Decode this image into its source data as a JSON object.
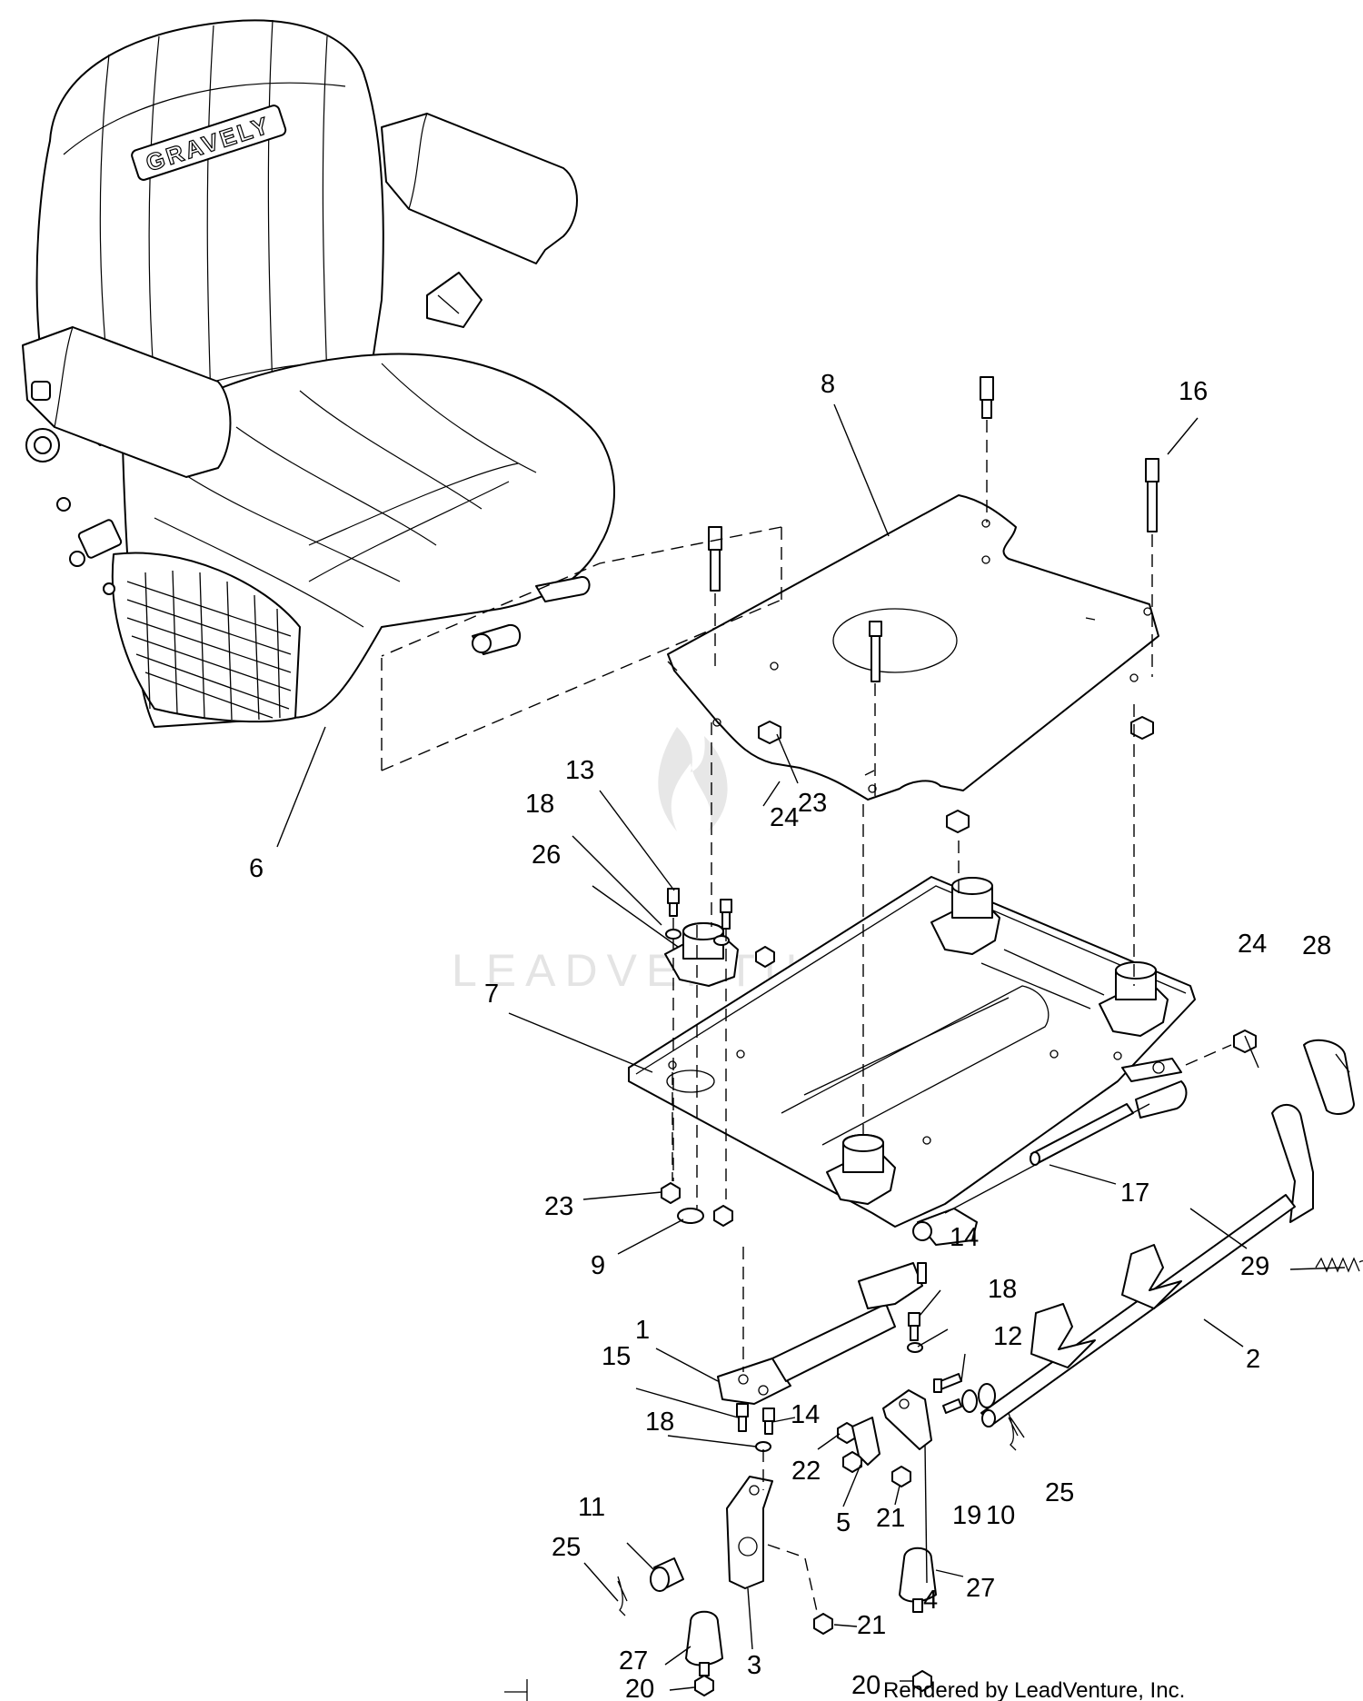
{
  "brand_text": "GRAVELY",
  "watermark_text": "LEADVENTURE",
  "credit_text": "Rendered by LeadVenture, Inc.",
  "callouts": [
    "1",
    "2",
    "3",
    "4",
    "5",
    "6",
    "7",
    "8",
    "9",
    "10",
    "11",
    "12",
    "13",
    "14",
    "14",
    "15",
    "16",
    "17",
    "18",
    "18",
    "18",
    "19",
    "20",
    "20",
    "21",
    "21",
    "22",
    "23",
    "23",
    "24",
    "24",
    "25",
    "25",
    "26",
    "27",
    "27",
    "28",
    "29"
  ]
}
